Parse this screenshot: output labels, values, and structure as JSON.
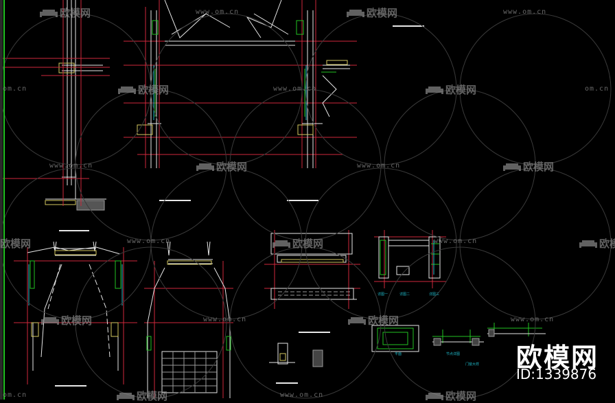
{
  "watermark": {
    "logo_text": "欧模网",
    "url_text": "www.om.cn",
    "url_partial": "om.cn",
    "color": "#8a8a8a"
  },
  "brand": {
    "name": "欧模网",
    "id_label": "ID:1339876"
  },
  "colors": {
    "background": "#000000",
    "red": "#d0283c",
    "white": "#e8e8e8",
    "cyan": "#1fb8c8",
    "green": "#22c422",
    "yellow": "#d4c860",
    "gray": "#9a9a9a"
  },
  "drawing": {
    "labels": {
      "a": "详图一",
      "b": "详图二",
      "c": "详图三",
      "d": "平面",
      "e": "节点详图",
      "f": "门窗大样"
    }
  }
}
